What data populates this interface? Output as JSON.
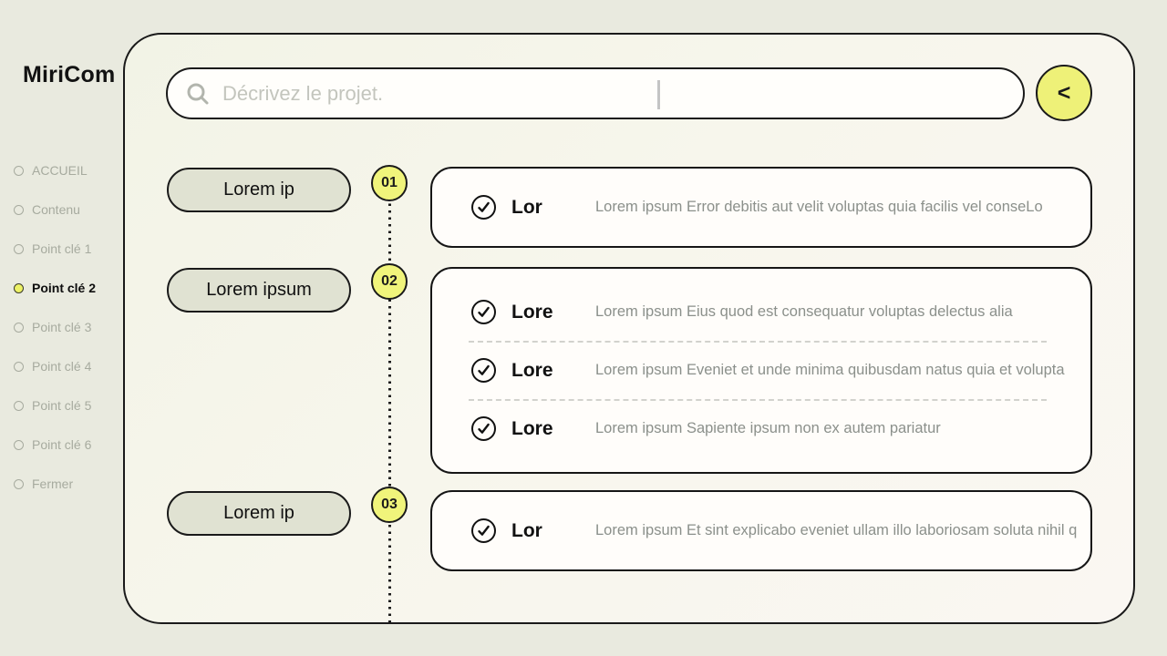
{
  "app": {
    "brand": "MiriCom"
  },
  "sidebar": {
    "items": [
      {
        "label": "ACCUEIL"
      },
      {
        "label": "Contenu"
      },
      {
        "label": "Point clé 1"
      },
      {
        "label": "Point clé 2"
      },
      {
        "label": "Point clé 3"
      },
      {
        "label": "Point clé 4"
      },
      {
        "label": "Point clé 5"
      },
      {
        "label": "Point clé 6"
      },
      {
        "label": "Fermer"
      }
    ],
    "active_index": 3
  },
  "search": {
    "placeholder": "Décrivez le projet.",
    "value": ""
  },
  "back_button": {
    "label": "<"
  },
  "timeline": {
    "steps": [
      {
        "number": "01",
        "pill_label": "Lorem ip",
        "items": [
          {
            "title": "Lor",
            "text": "Lorem ipsum Error debitis aut velit voluptas quia facilis vel conseLo"
          }
        ]
      },
      {
        "number": "02",
        "pill_label": "Lorem ipsum",
        "items": [
          {
            "title": "Lore",
            "text": "Lorem ipsum Eius quod est consequatur voluptas delectus alia"
          },
          {
            "title": "Lore",
            "text": "Lorem ipsum Eveniet et unde minima quibusdam natus quia et volupta"
          },
          {
            "title": "Lore",
            "text": "Lorem ipsum Sapiente ipsum non ex autem pariatur"
          }
        ]
      },
      {
        "number": "03",
        "pill_label": "Lorem ip",
        "items": [
          {
            "title": "Lor",
            "text": "Lorem ipsum Et sint explicabo eveniet ullam illo laboriosam soluta nihil q"
          }
        ]
      }
    ]
  },
  "colors": {
    "page_bg": "#e9eadf",
    "accent_yellow": "#f0f47b",
    "pill_bg": "#e0e2d2",
    "panel_border": "#1a1a1a",
    "muted_text": "#8b908b"
  }
}
